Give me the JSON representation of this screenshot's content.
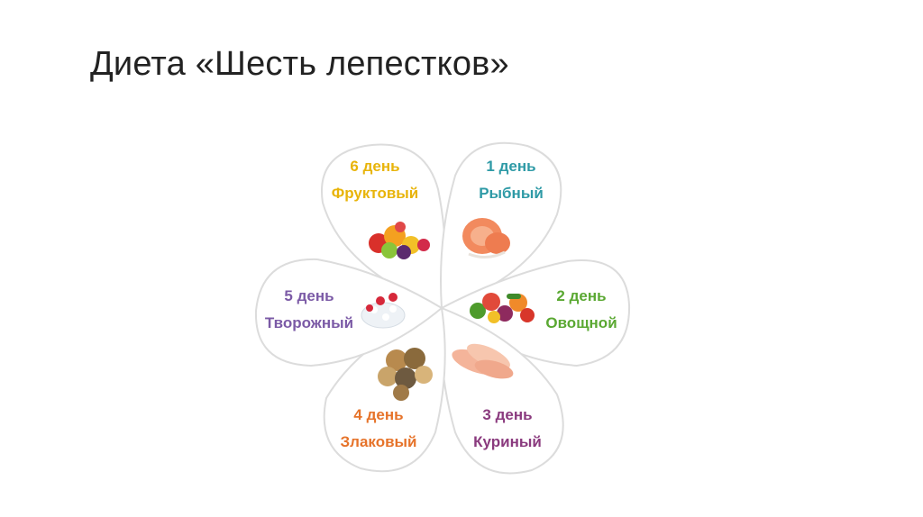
{
  "slide": {
    "title": "Диета «Шесть лепестков»"
  },
  "petals": [
    {
      "day": "1 день",
      "name": "Рыбный",
      "color": "#2e9aa6",
      "food_icon": "salmon-steak-icon"
    },
    {
      "day": "2 день",
      "name": "Овощной",
      "color": "#5aa832",
      "food_icon": "vegetables-icon"
    },
    {
      "day": "3 день",
      "name": "Куриный",
      "color": "#8a3a7e",
      "food_icon": "chicken-fillet-icon"
    },
    {
      "day": "4 день",
      "name": "Злаковый",
      "color": "#e6732a",
      "food_icon": "grains-icon"
    },
    {
      "day": "5 день",
      "name": "Творожный",
      "color": "#7b5aa6",
      "food_icon": "cottage-cheese-icon"
    },
    {
      "day": "6 день",
      "name": "Фруктовый",
      "color": "#e8b40a",
      "food_icon": "fruits-icon"
    }
  ]
}
